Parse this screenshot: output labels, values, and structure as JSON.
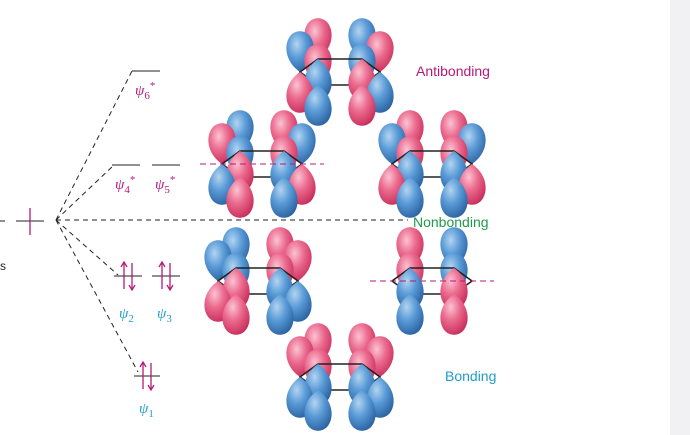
{
  "colors": {
    "pink": "#e0436f",
    "blue": "#3a7ec1",
    "magenta_text": "#b5197a",
    "green_text": "#1f9a4a",
    "cyan_text": "#1f9ec9",
    "line": "#222222"
  },
  "regions": {
    "antibonding": "Antibonding",
    "nonbonding": "Nonbonding",
    "bonding": "Bonding"
  },
  "levels": {
    "psi6": {
      "sym": "ψ",
      "sub": "6",
      "star": "*"
    },
    "psi4": {
      "sym": "ψ",
      "sub": "4",
      "star": "*"
    },
    "psi5": {
      "sym": "ψ",
      "sub": "5",
      "star": "*"
    },
    "psi2": {
      "sym": "ψ",
      "sub": "2"
    },
    "psi3": {
      "sym": "ψ",
      "sub": "3"
    },
    "psi1": {
      "sym": "ψ",
      "sub": "1"
    }
  },
  "left_edge_text": "s"
}
